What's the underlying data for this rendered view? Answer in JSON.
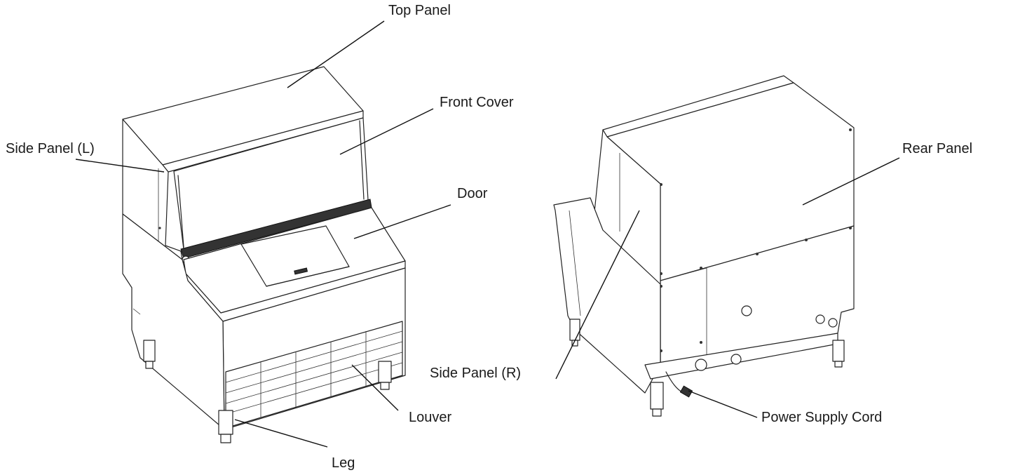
{
  "labels": {
    "top_panel": "Top Panel",
    "front_cover": "Front Cover",
    "side_panel_l": "Side Panel (L)",
    "door": "Door",
    "louver": "Louver",
    "leg": "Leg",
    "rear_panel": "Rear Panel",
    "side_panel_r": "Side Panel (R)",
    "power_supply_cord": "Power Supply Cord"
  }
}
